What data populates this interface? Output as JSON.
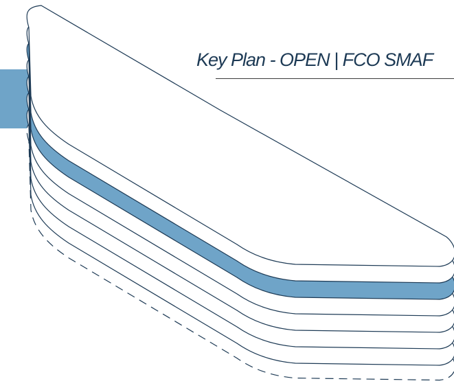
{
  "title": "Key Plan - OPEN | FCO SMAF",
  "colors": {
    "highlight": "#6fa4c8",
    "outline": "#1d3a55",
    "rule": "#3b3b3b"
  },
  "key_plan": {
    "floor_count": 6,
    "highlighted_floor": 2,
    "has_dashed_base_outline": true
  }
}
